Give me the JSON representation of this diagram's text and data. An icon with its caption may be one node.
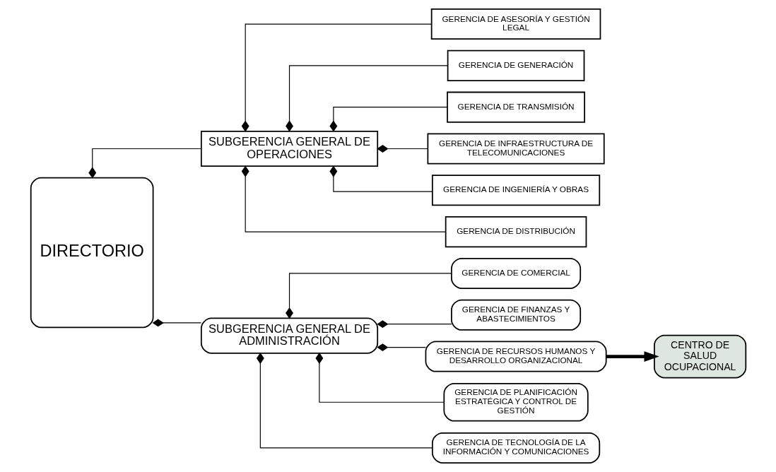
{
  "diagram": {
    "nodes": [
      {
        "text": [
          "DIRECTORIO"
        ]
      },
      {
        "text": [
          "SUBGERENCIA GENERAL DE OPERACIONES"
        ]
      },
      {
        "text": [
          "SUBGERENCIA GENERAL DE ADMINISTRACIÓN"
        ]
      },
      {
        "text": [
          "GERENCIA DE ASESORÍA Y GESTIÓN LEGAL"
        ]
      },
      {
        "text": [
          "GERENCIA DE GENERACIÓN"
        ]
      },
      {
        "text": [
          "GERENCIA DE TRANSMISIÓN"
        ]
      },
      {
        "text": [
          "GERENCIA DE INFRAESTRUCTURA DE TELECOMUNICACIONES"
        ]
      },
      {
        "text": [
          "GERENCIA DE INGENIERÍA Y OBRAS"
        ]
      },
      {
        "text": [
          "GERENCIA DE DISTRIBUCIÓN"
        ]
      },
      {
        "text": [
          "GERENCIA DE COMERCIAL"
        ]
      },
      {
        "text": [
          "GERENCIA DE FINANZAS Y ABASTECIMIENTOS"
        ]
      },
      {
        "text": [
          "GERENCIA DE RECURSOS HUMANOS Y DESARROLLO ORGANIZACIONAL"
        ]
      },
      {
        "text": [
          "GERENCIA DE PLANIFICACIÓN ESTRATÉGICA Y CONTROL DE GESTIÓN"
        ]
      },
      {
        "text": [
          "GERENCIA DE TECNOLOGÍA DE LA INFORMACIÓN Y COMUNICACIONES"
        ]
      },
      {
        "text": [
          "CENTRO DE SALUD OCUPACIONAL"
        ]
      }
    ],
    "edges": [
      {
        "from": 0,
        "to": 1,
        "arrow": "other"
      },
      {
        "from": 0,
        "to": 2,
        "arrow": "other"
      },
      {
        "from": 1,
        "to": 3,
        "arrow": "other"
      },
      {
        "from": 1,
        "to": 4,
        "arrow": "other"
      },
      {
        "from": 1,
        "to": 5,
        "arrow": "other"
      },
      {
        "from": 1,
        "to": 6,
        "arrow": "other"
      },
      {
        "from": 1,
        "to": 7,
        "arrow": "other"
      },
      {
        "from": 1,
        "to": 8,
        "arrow": "other"
      },
      {
        "from": 2,
        "to": 9,
        "arrow": "other"
      },
      {
        "from": 2,
        "to": 10,
        "arrow": "other"
      },
      {
        "from": 2,
        "to": 11,
        "arrow": "other"
      },
      {
        "from": 2,
        "to": 12,
        "arrow": "other"
      },
      {
        "from": 2,
        "to": 13,
        "arrow": "other"
      },
      {
        "from": 11,
        "to": 14,
        "arrow": "to",
        "style": "thick"
      }
    ]
  }
}
